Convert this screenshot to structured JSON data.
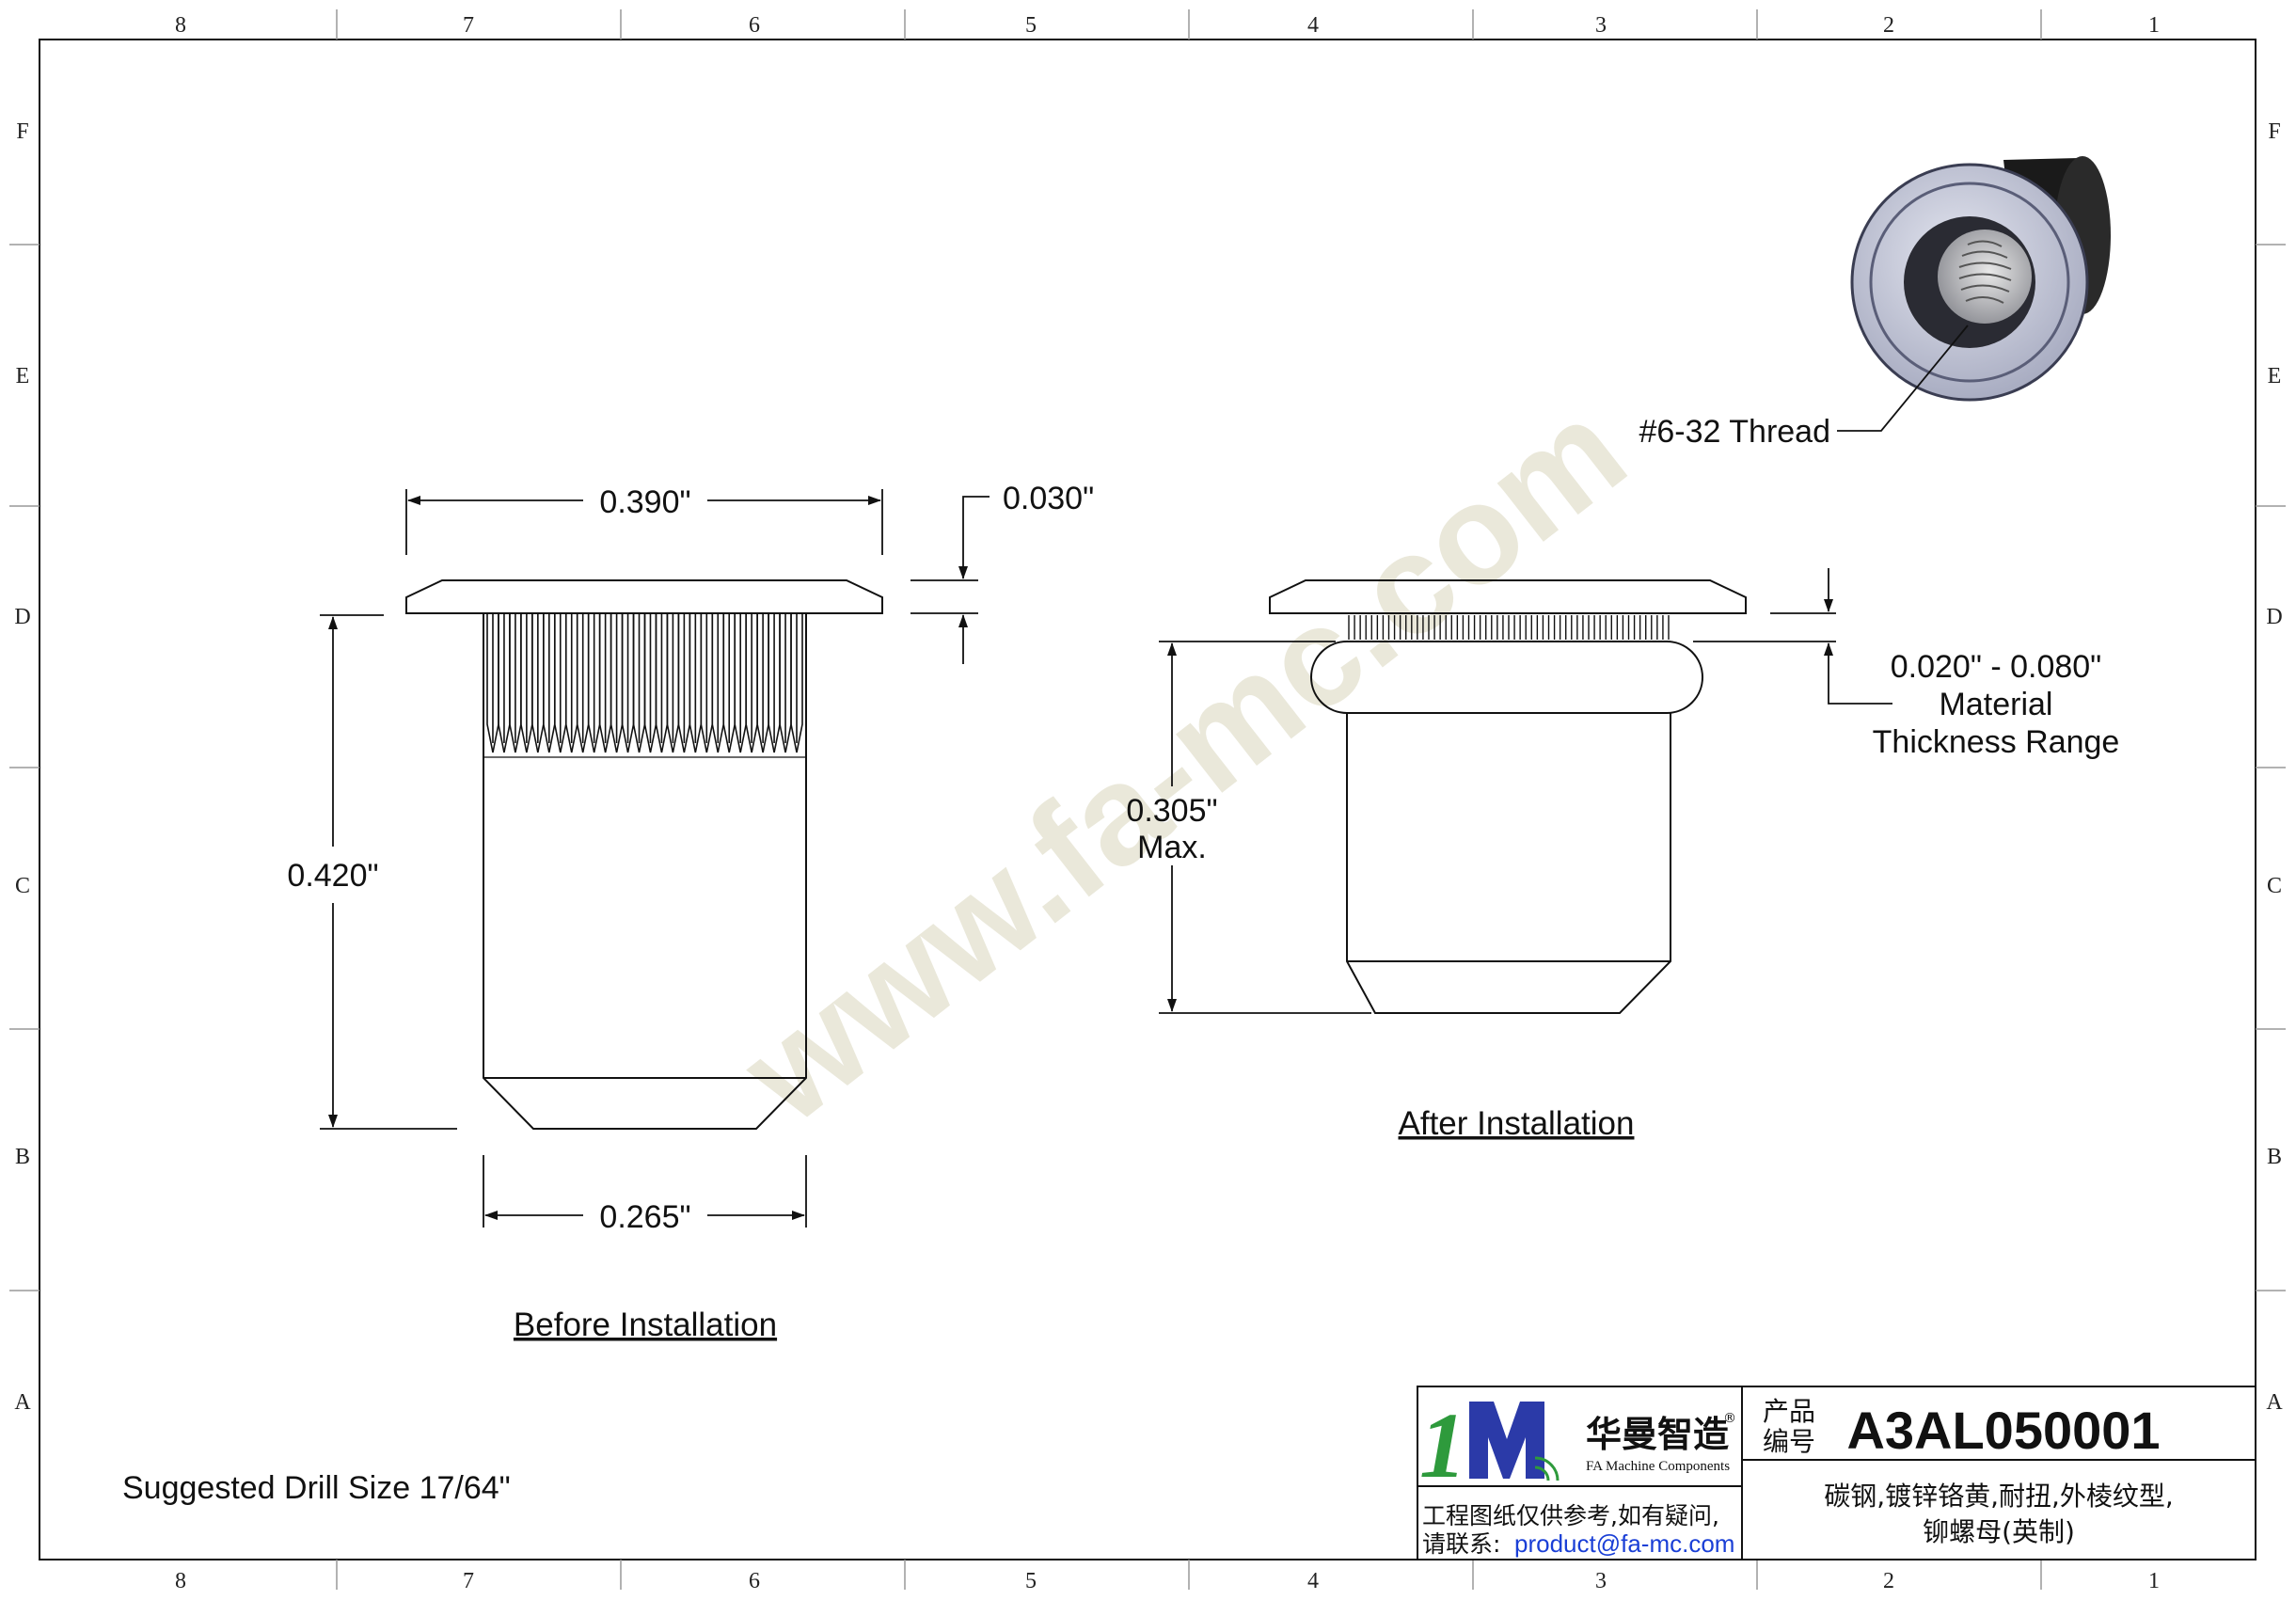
{
  "frame": {
    "column_numbers": [
      "8",
      "7",
      "6",
      "5",
      "4",
      "3",
      "2",
      "1"
    ],
    "row_letters": [
      "F",
      "E",
      "D",
      "C",
      "B",
      "A"
    ]
  },
  "watermark": "www.fa-mc.com",
  "views": {
    "before": {
      "caption": "Before Installation",
      "flange_diameter": "0.390\"",
      "flange_thickness": "0.030\"",
      "length": "0.420\"",
      "body_diameter": "0.265\""
    },
    "after": {
      "caption": "After Installation",
      "max_height_value": "0.305\"",
      "max_height_suffix": "Max.",
      "grip_range": "0.020\" - 0.080\"",
      "grip_label_line1": "Material",
      "grip_label_line2": "Thickness Range"
    },
    "iso": {
      "thread_label": "#6-32 Thread"
    }
  },
  "note": "Suggested Drill Size 17/64\"",
  "title_block": {
    "logo_cn": "华曼智造",
    "logo_en": "FA Machine Components",
    "logo_mark": "®",
    "disclaimer_line1": "工程图纸仅供参考,如有疑问,",
    "contact_prefix": "请联系:",
    "contact_email": "product@fa-mc.com",
    "part_no_label_line1": "产品",
    "part_no_label_line2": "编号",
    "part_number": "A3AL050001",
    "description_line1": "碳钢,镀锌铬黄,耐扭,外棱纹型,",
    "description_line2": "铆螺母(英制)"
  },
  "colors": {
    "line": "#111111",
    "watermark": "#d9d6bd",
    "email": "#1a3fd6",
    "logo_green": "#2e9a3c",
    "logo_blue": "#2b3aa8"
  }
}
